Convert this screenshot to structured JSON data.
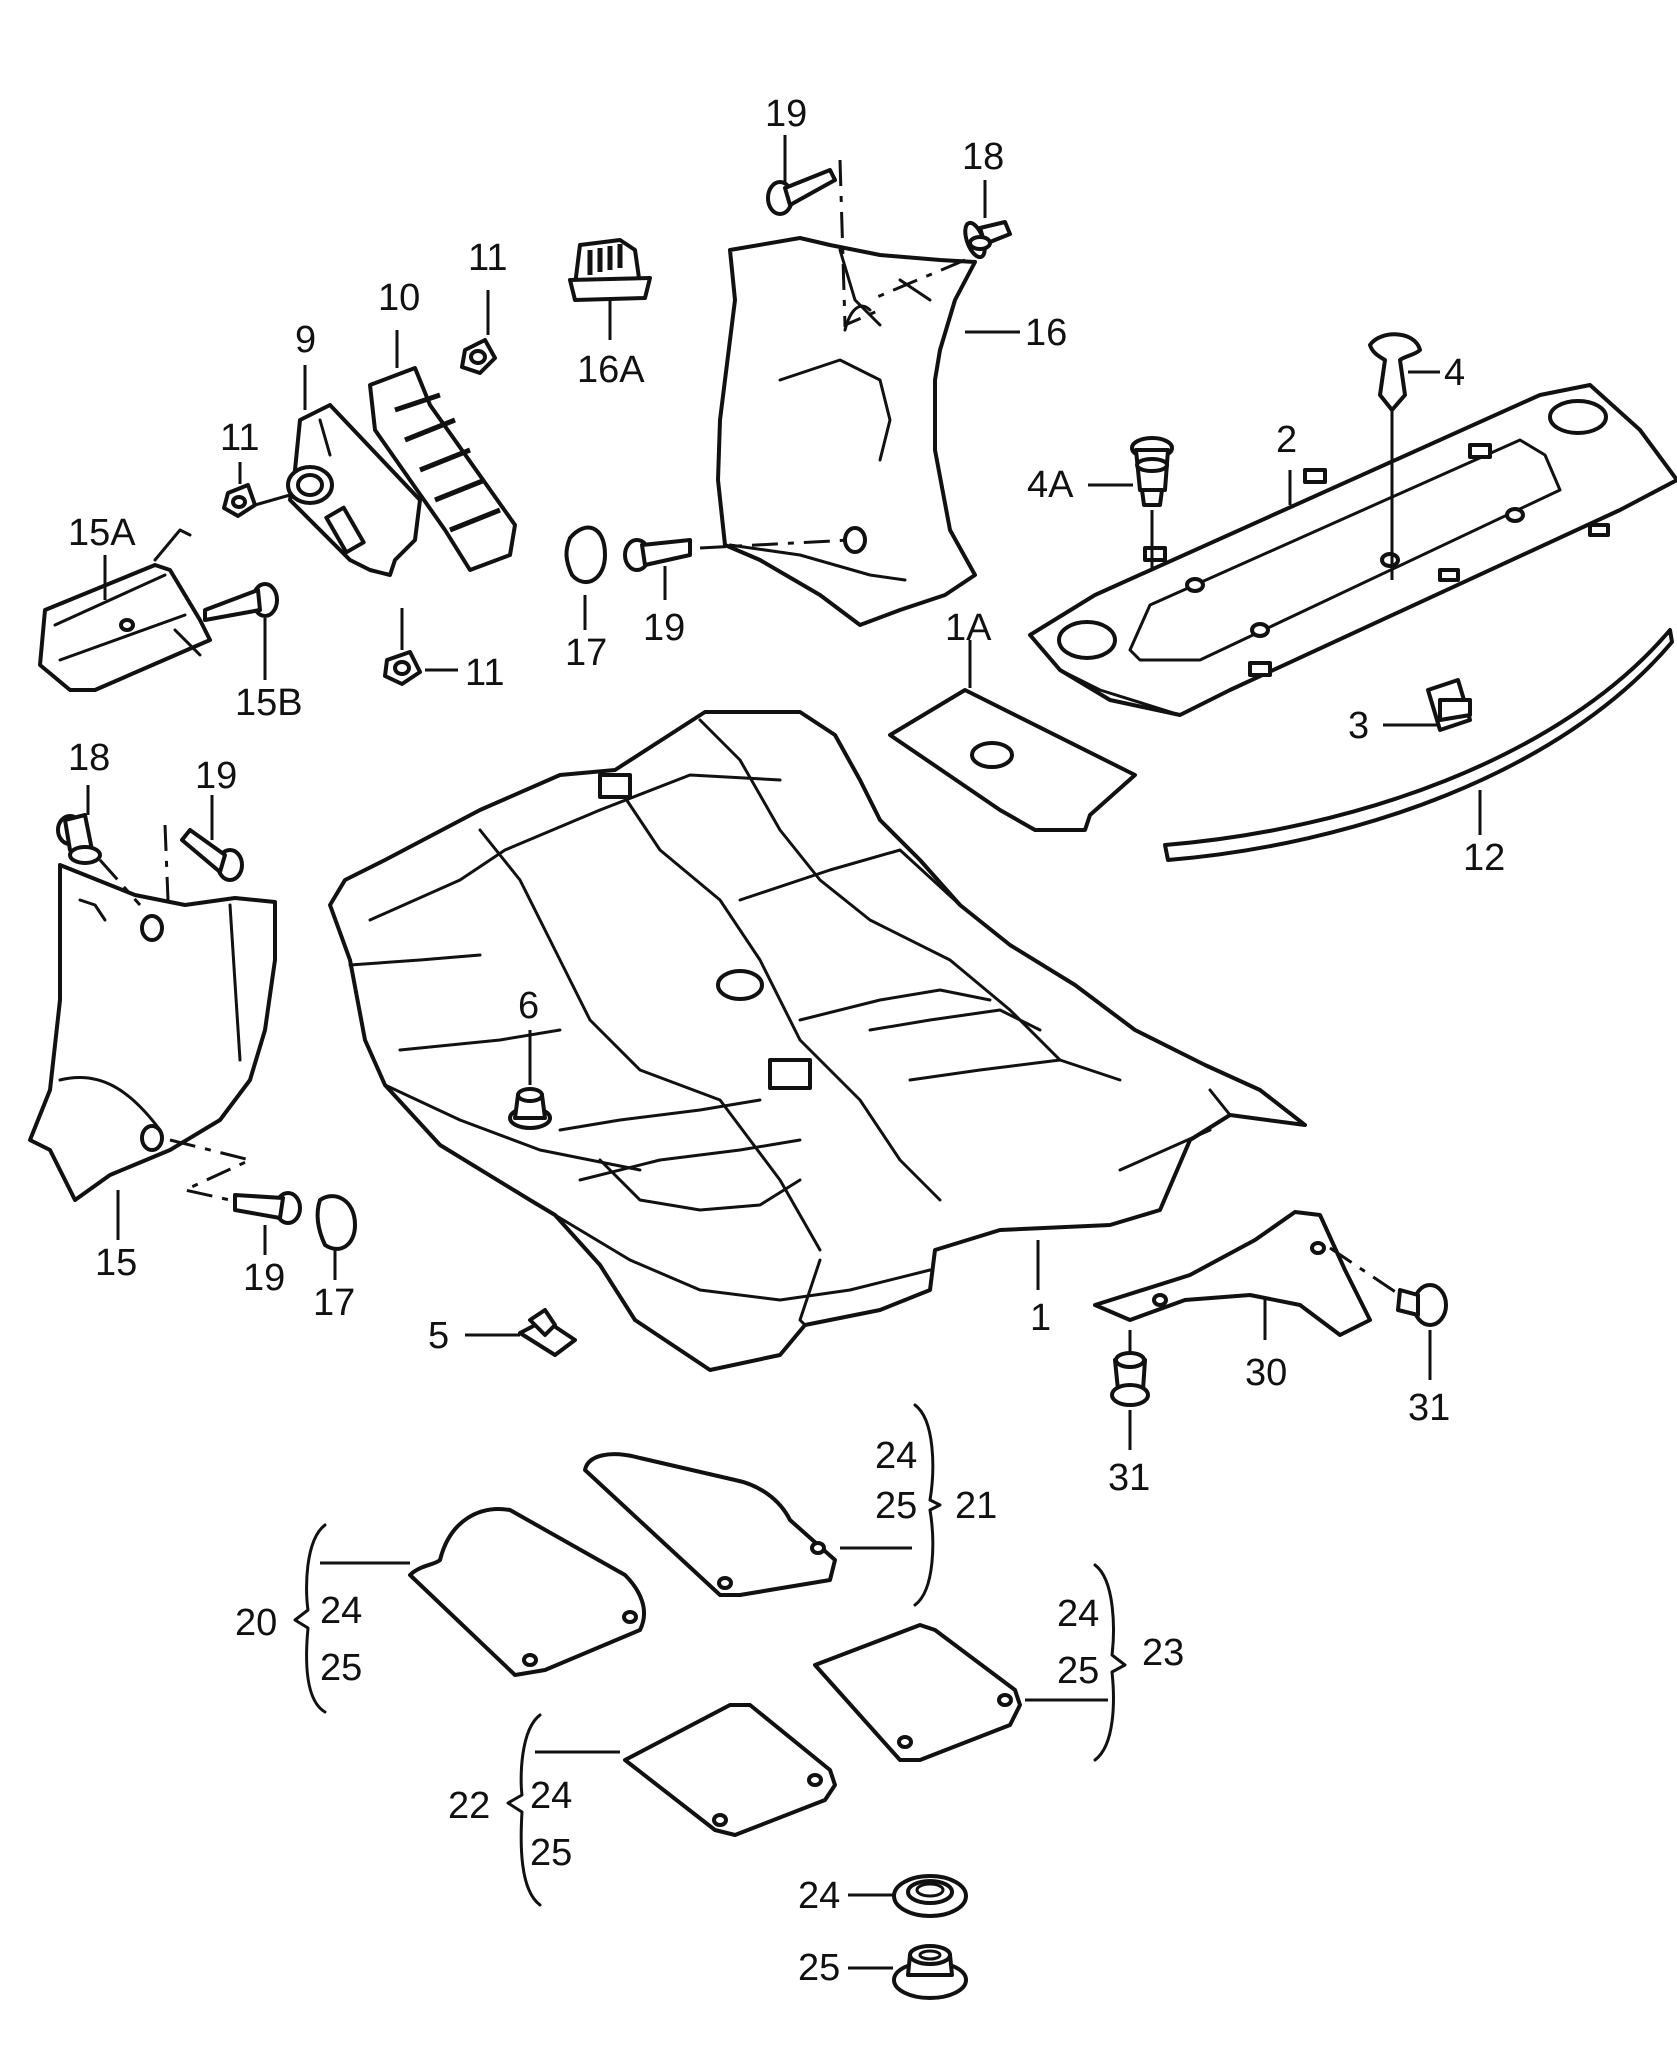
{
  "callouts": {
    "c1": "1",
    "c1A": "1A",
    "c2": "2",
    "c3": "3",
    "c4": "4",
    "c4A": "4A",
    "c5": "5",
    "c6": "6",
    "c9": "9",
    "c10": "10",
    "c11a": "11",
    "c11b": "11",
    "c11c": "11",
    "c12": "12",
    "c15": "15",
    "c15A": "15A",
    "c15B": "15B",
    "c16": "16",
    "c16A": "16A",
    "c17a": "17",
    "c17b": "17",
    "c18a": "18",
    "c18b": "18",
    "c19a": "19",
    "c19b": "19",
    "c19c": "19",
    "c19d": "19",
    "c20": "20",
    "c21": "21",
    "c22": "22",
    "c23": "23",
    "c24a": "24",
    "c24b": "24",
    "c24c": "24",
    "c24d": "24",
    "c24e": "24",
    "c25a": "25",
    "c25b": "25",
    "c25c": "25",
    "c25d": "25",
    "c25e": "25",
    "c30": "30",
    "c31a": "31",
    "c31b": "31"
  }
}
